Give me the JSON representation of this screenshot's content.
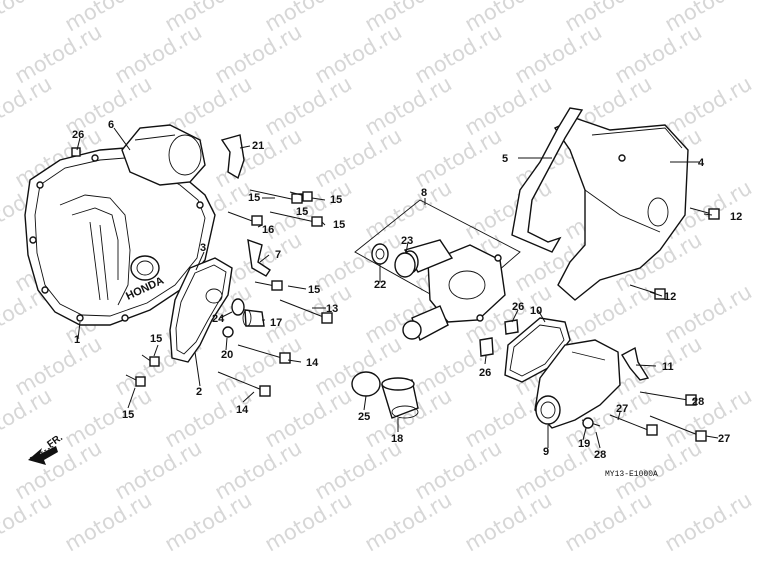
{
  "watermark": "motod.ru",
  "diagram_code": "MY13-E1000A",
  "direction_label": "FR.",
  "callouts": {
    "c1": "1",
    "c2": "2",
    "c3": "3",
    "c4": "4",
    "c5": "5",
    "c6": "6",
    "c7": "7",
    "c8": "8",
    "c9": "9",
    "c10": "10",
    "c11": "11",
    "c12a": "12",
    "c12b": "12",
    "c13": "13",
    "c14a": "14",
    "c14b": "14",
    "c15a": "15",
    "c15b": "15",
    "c15c": "15",
    "c15d": "15",
    "c15e": "15",
    "c15f": "15",
    "c15g": "15",
    "c16": "16",
    "c17": "17",
    "c18": "18",
    "c19": "19",
    "c20": "20",
    "c21": "21",
    "c22": "22",
    "c23": "23",
    "c24": "24",
    "c25": "25",
    "c26a": "26",
    "c26b": "26",
    "c26c": "26",
    "c27a": "27",
    "c27b": "27",
    "c28a": "28",
    "c28b": "28"
  },
  "cover_logo": "HONDA"
}
